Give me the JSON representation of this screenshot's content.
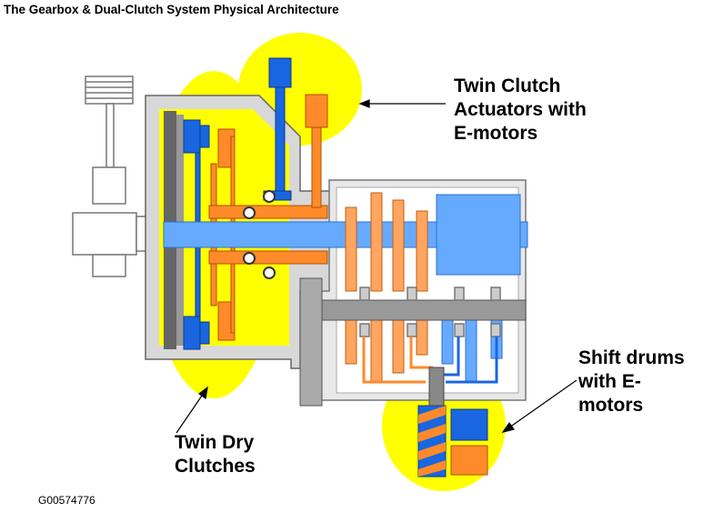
{
  "title": "The Gearbox & Dual-Clutch System Physical Architecture",
  "figure_code": "G00574776",
  "callouts": {
    "actuators": [
      "Twin Clutch",
      "Actuators with",
      "E-motors"
    ],
    "shift_drums": [
      "Shift drums",
      "with E-",
      "motors"
    ],
    "clutches": [
      "Twin Dry",
      "Clutches"
    ]
  },
  "colors": {
    "highlight": "#ffff00",
    "clutch_a": "#1a66e0",
    "clutch_b": "#ff8a2a",
    "shaft": "#66aaff",
    "gear_orange": "#ffa560",
    "housing": "#c8c8c8",
    "outline": "#555555"
  }
}
